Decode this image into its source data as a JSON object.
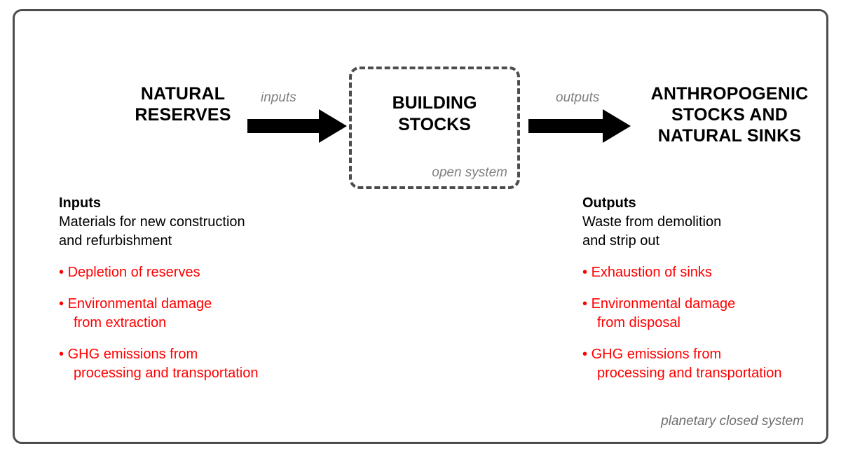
{
  "frame": {
    "caption": "planetary closed system",
    "border_color": "#4d4d4d"
  },
  "nodes": {
    "source": {
      "label": "NATURAL\nRESERVES"
    },
    "system": {
      "label": "BUILDING\nSTOCKS",
      "caption": "open system",
      "border_style": "dashed"
    },
    "sink": {
      "label": "ANTHROPOGENIC\nSTOCKS AND\nNATURAL SINKS"
    }
  },
  "flows": [
    {
      "name": "inputs",
      "label": "inputs",
      "direction": "right",
      "color": "#000000"
    },
    {
      "name": "outputs",
      "label": "outputs",
      "direction": "right",
      "color": "#000000"
    }
  ],
  "columns": {
    "inputs": {
      "heading": "Inputs",
      "description": "Materials for new construction\nand refurbishment",
      "issue_color": "#ff0000",
      "bullet": "•",
      "issues": [
        "Depletion of reserves",
        "Environmental damage\nfrom extraction",
        "GHG emissions from\nprocessing and transportation"
      ]
    },
    "outputs": {
      "heading": "Outputs",
      "description": "Waste from demolition\nand strip out",
      "issue_color": "#ff0000",
      "bullet": "•",
      "issues": [
        "Exhaustion of sinks",
        "Environmental damage\nfrom disposal",
        "GHG emissions from\nprocessing and transportation"
      ]
    }
  }
}
